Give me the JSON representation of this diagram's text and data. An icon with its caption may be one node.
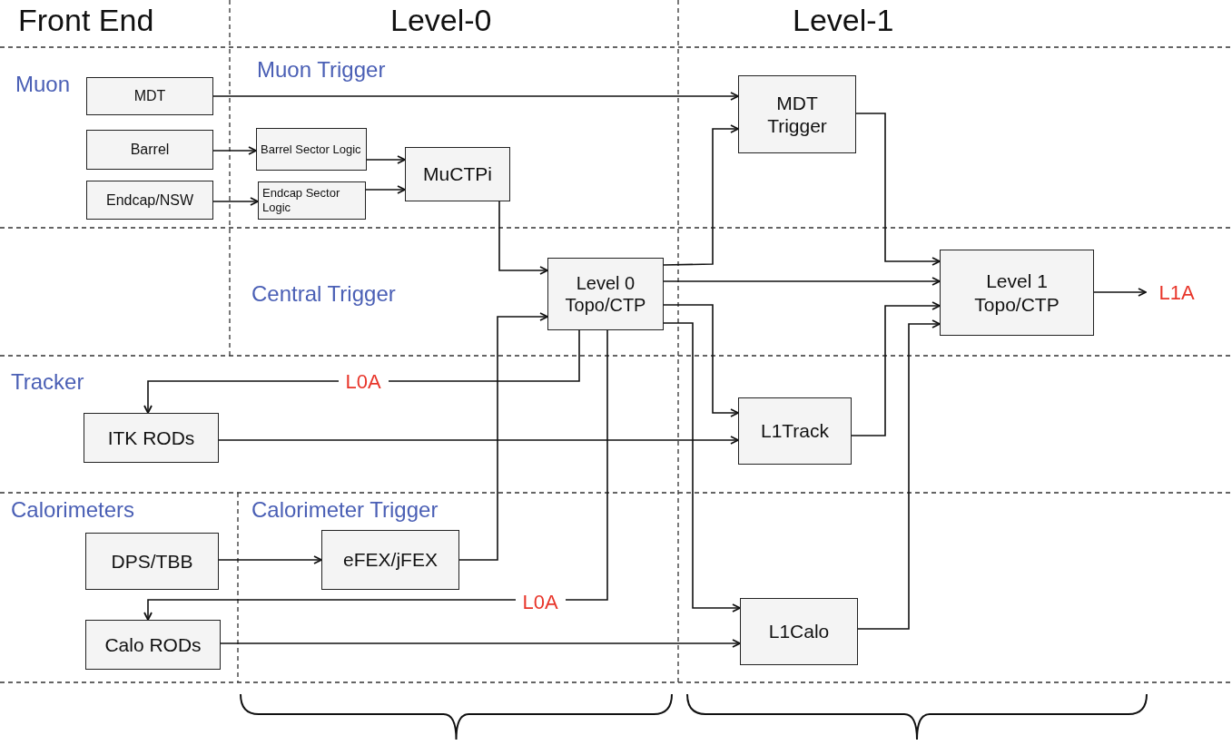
{
  "diagram": {
    "nodes": [
      {
        "text": [
          "MDT"
        ]
      },
      {
        "text": [
          "Barrel"
        ]
      },
      {
        "text": [
          "Endcap/NSW"
        ]
      },
      {
        "text": [
          "Barrel Sector Logic"
        ]
      },
      {
        "text": [
          "Endcap Sector Logic"
        ]
      },
      {
        "text": [
          "MuCTPi"
        ]
      },
      {
        "text": [
          "MDT Trigger"
        ]
      },
      {
        "text": [
          "Level 0 Topo/CTP"
        ]
      },
      {
        "text": [
          "Level 1 Topo/CTP"
        ]
      },
      {
        "text": [
          "L1A"
        ]
      },
      {
        "text": [
          "ITK RODs"
        ]
      },
      {
        "text": [
          "L1Track"
        ]
      },
      {
        "text": [
          "DPS/TBB"
        ]
      },
      {
        "text": [
          "eFEX/jFEX"
        ]
      },
      {
        "text": [
          "Calo RODs"
        ]
      },
      {
        "text": [
          "L1Calo"
        ]
      }
    ],
    "edges": [
      {
        "from": 0,
        "to": 6,
        "arrow": "to"
      },
      {
        "from": 1,
        "to": 3,
        "arrow": "to"
      },
      {
        "from": 2,
        "to": 4,
        "arrow": "to"
      },
      {
        "from": 3,
        "to": 5,
        "arrow": "to"
      },
      {
        "from": 4,
        "to": 5,
        "arrow": "to"
      },
      {
        "from": 5,
        "to": 7,
        "arrow": "to"
      },
      {
        "from": 7,
        "to": 6,
        "arrow": "to"
      },
      {
        "from": 6,
        "to": 8,
        "arrow": "to"
      },
      {
        "from": 7,
        "to": 8,
        "arrow": "to"
      },
      {
        "from": 7,
        "to": 11,
        "arrow": "to"
      },
      {
        "from": 7,
        "to": 15,
        "arrow": "to"
      },
      {
        "from": 11,
        "to": 8,
        "arrow": "to"
      },
      {
        "from": 15,
        "to": 8,
        "arrow": "to"
      },
      {
        "from": 8,
        "to": 9,
        "arrow": "to"
      },
      {
        "from": 13,
        "to": 7,
        "arrow": "to"
      },
      {
        "from": 7,
        "to": 10,
        "arrow": "to",
        "label": "L0A"
      },
      {
        "from": 7,
        "to": 14,
        "arrow": "to",
        "label": "L0A"
      },
      {
        "from": 10,
        "to": 11,
        "arrow": "to"
      },
      {
        "from": 12,
        "to": 13,
        "arrow": "to"
      },
      {
        "from": 14,
        "to": 15,
        "arrow": "to"
      }
    ],
    "labels": [
      "Front End",
      "Level-0",
      "Level-1",
      "Muon",
      "Muon Trigger",
      "Central Trigger",
      "Tracker",
      "Calorimeters",
      "Calorimeter Trigger"
    ]
  }
}
